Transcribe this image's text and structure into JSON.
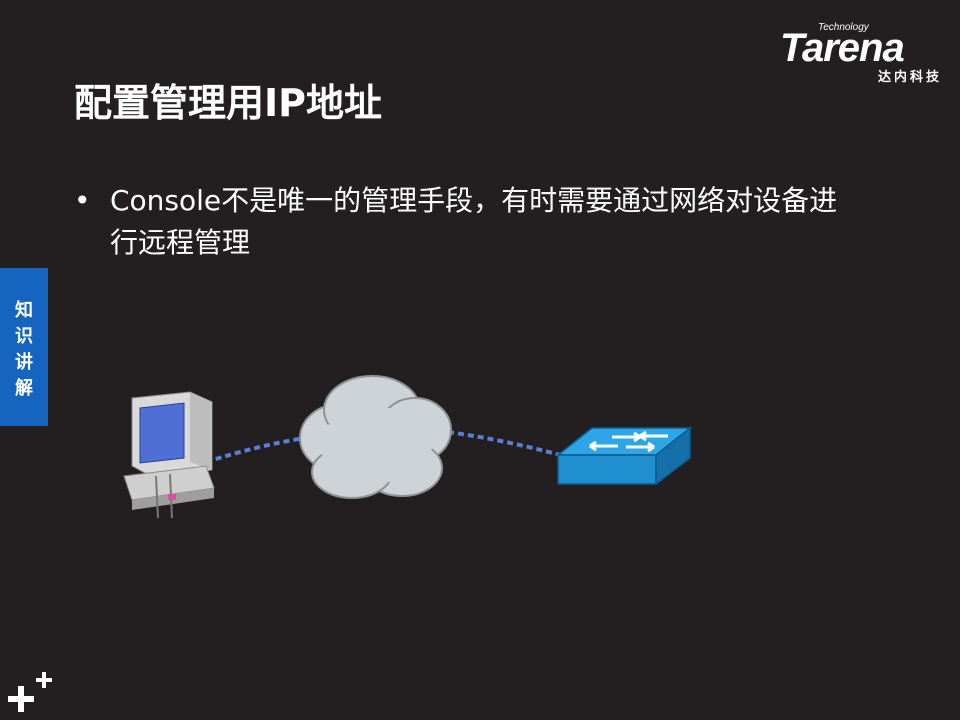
{
  "brand": {
    "small": "Technology",
    "name": "Tarena",
    "cn": "达内科技"
  },
  "slide": {
    "title": "配置管理用IP地址",
    "bullet_marker": "•",
    "bullet": "Console不是唯一的管理手段，有时需要通过网络对设备进行远程管理"
  },
  "side_tab": {
    "label": "知识讲解"
  },
  "colors": {
    "background": "#231f20",
    "tab": "#1565c0",
    "switch": "#1f8fd0",
    "cloud": "#cdd3d6",
    "link": "#5b7fd1"
  },
  "icons": [
    "pc-icon",
    "cloud-icon",
    "switch-icon",
    "plus-logo-icon"
  ]
}
